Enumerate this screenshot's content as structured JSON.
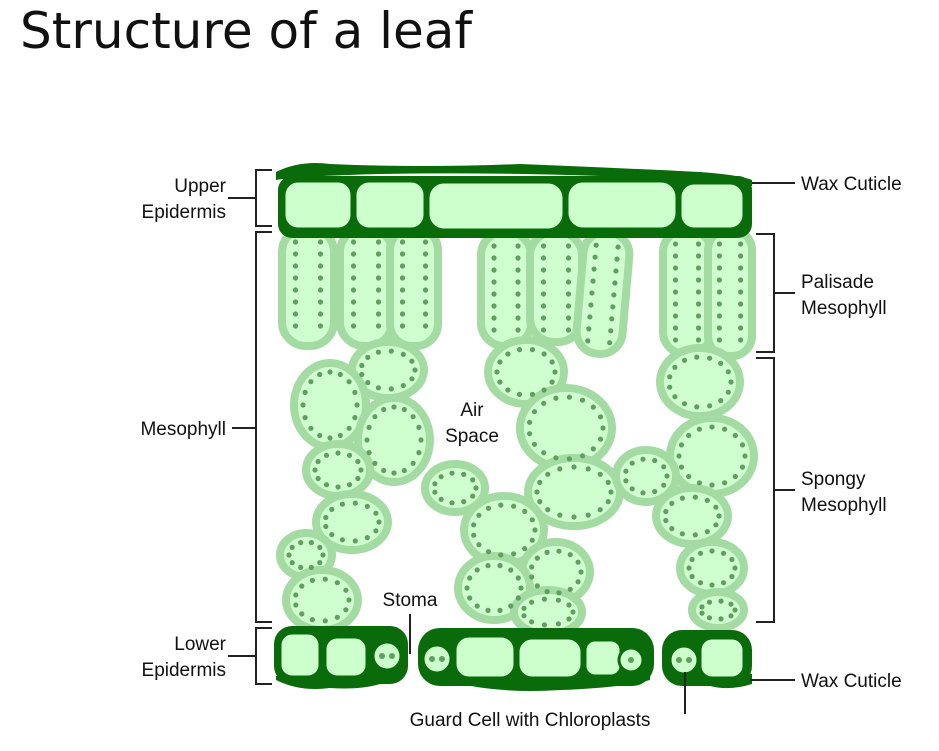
{
  "title": "Structure of a leaf",
  "labels": {
    "upper_epidermis": [
      "Upper",
      "Epidermis"
    ],
    "mesophyll": "Mesophyll",
    "lower_epidermis": [
      "Lower",
      "Epidermis"
    ],
    "wax_cuticle_top": "Wax Cuticle",
    "palisade_mesophyll": [
      "Palisade",
      "Mesophyll"
    ],
    "spongy_mesophyll": [
      "Spongy",
      "Mesophyll"
    ],
    "wax_cuticle_bottom": "Wax Cuticle",
    "air_space": [
      "Air",
      "Space"
    ],
    "stoma": "Stoma",
    "guard_cell": "Guard Cell with Chloroplasts"
  },
  "colors": {
    "cuticle": "#0a6b0a",
    "epidermis_fill": "#ccffcc",
    "epidermis_border": "#1a8a1a",
    "mesophyll_fill": "#b7e8b7",
    "mesophyll_border": "#9fd69f",
    "chloroplast": "#5f9f5f",
    "line": "#222222"
  }
}
